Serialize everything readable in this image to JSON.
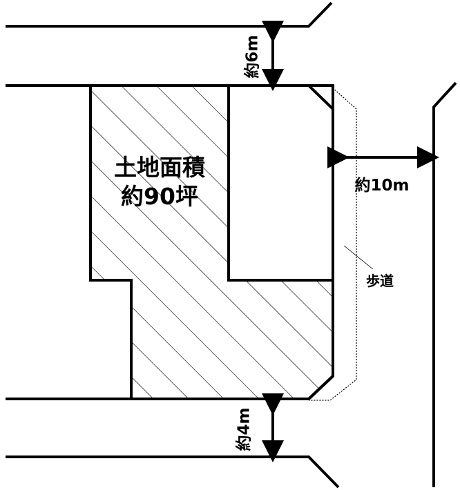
{
  "labels": {
    "area_line1": "土地面積",
    "area_line2": "約90坪",
    "road_north_width": "約6m",
    "road_east_width": "約10m",
    "road_south_width": "約4m",
    "sidewalk": "歩道"
  },
  "colors": {
    "line": "#000000",
    "background": "#ffffff"
  }
}
